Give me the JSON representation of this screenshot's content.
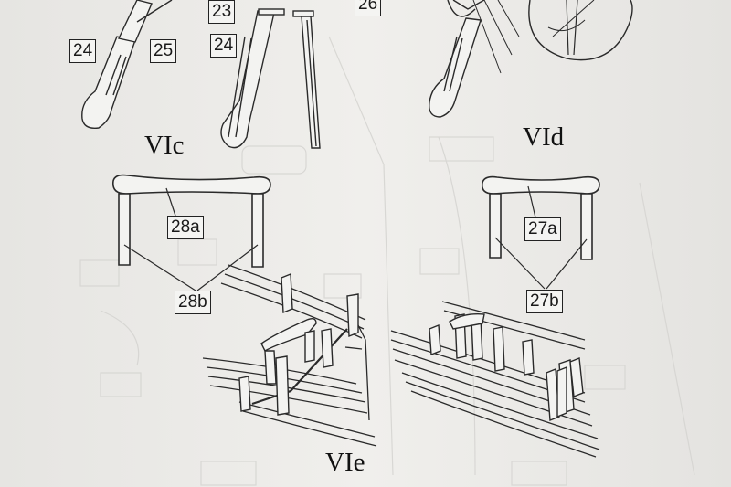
{
  "part_labels": [
    "24",
    "25",
    "23",
    "24",
    "26",
    "28a",
    "28b",
    "27a",
    "27b"
  ],
  "captions": [
    "VIc",
    "VId",
    "VIe"
  ]
}
